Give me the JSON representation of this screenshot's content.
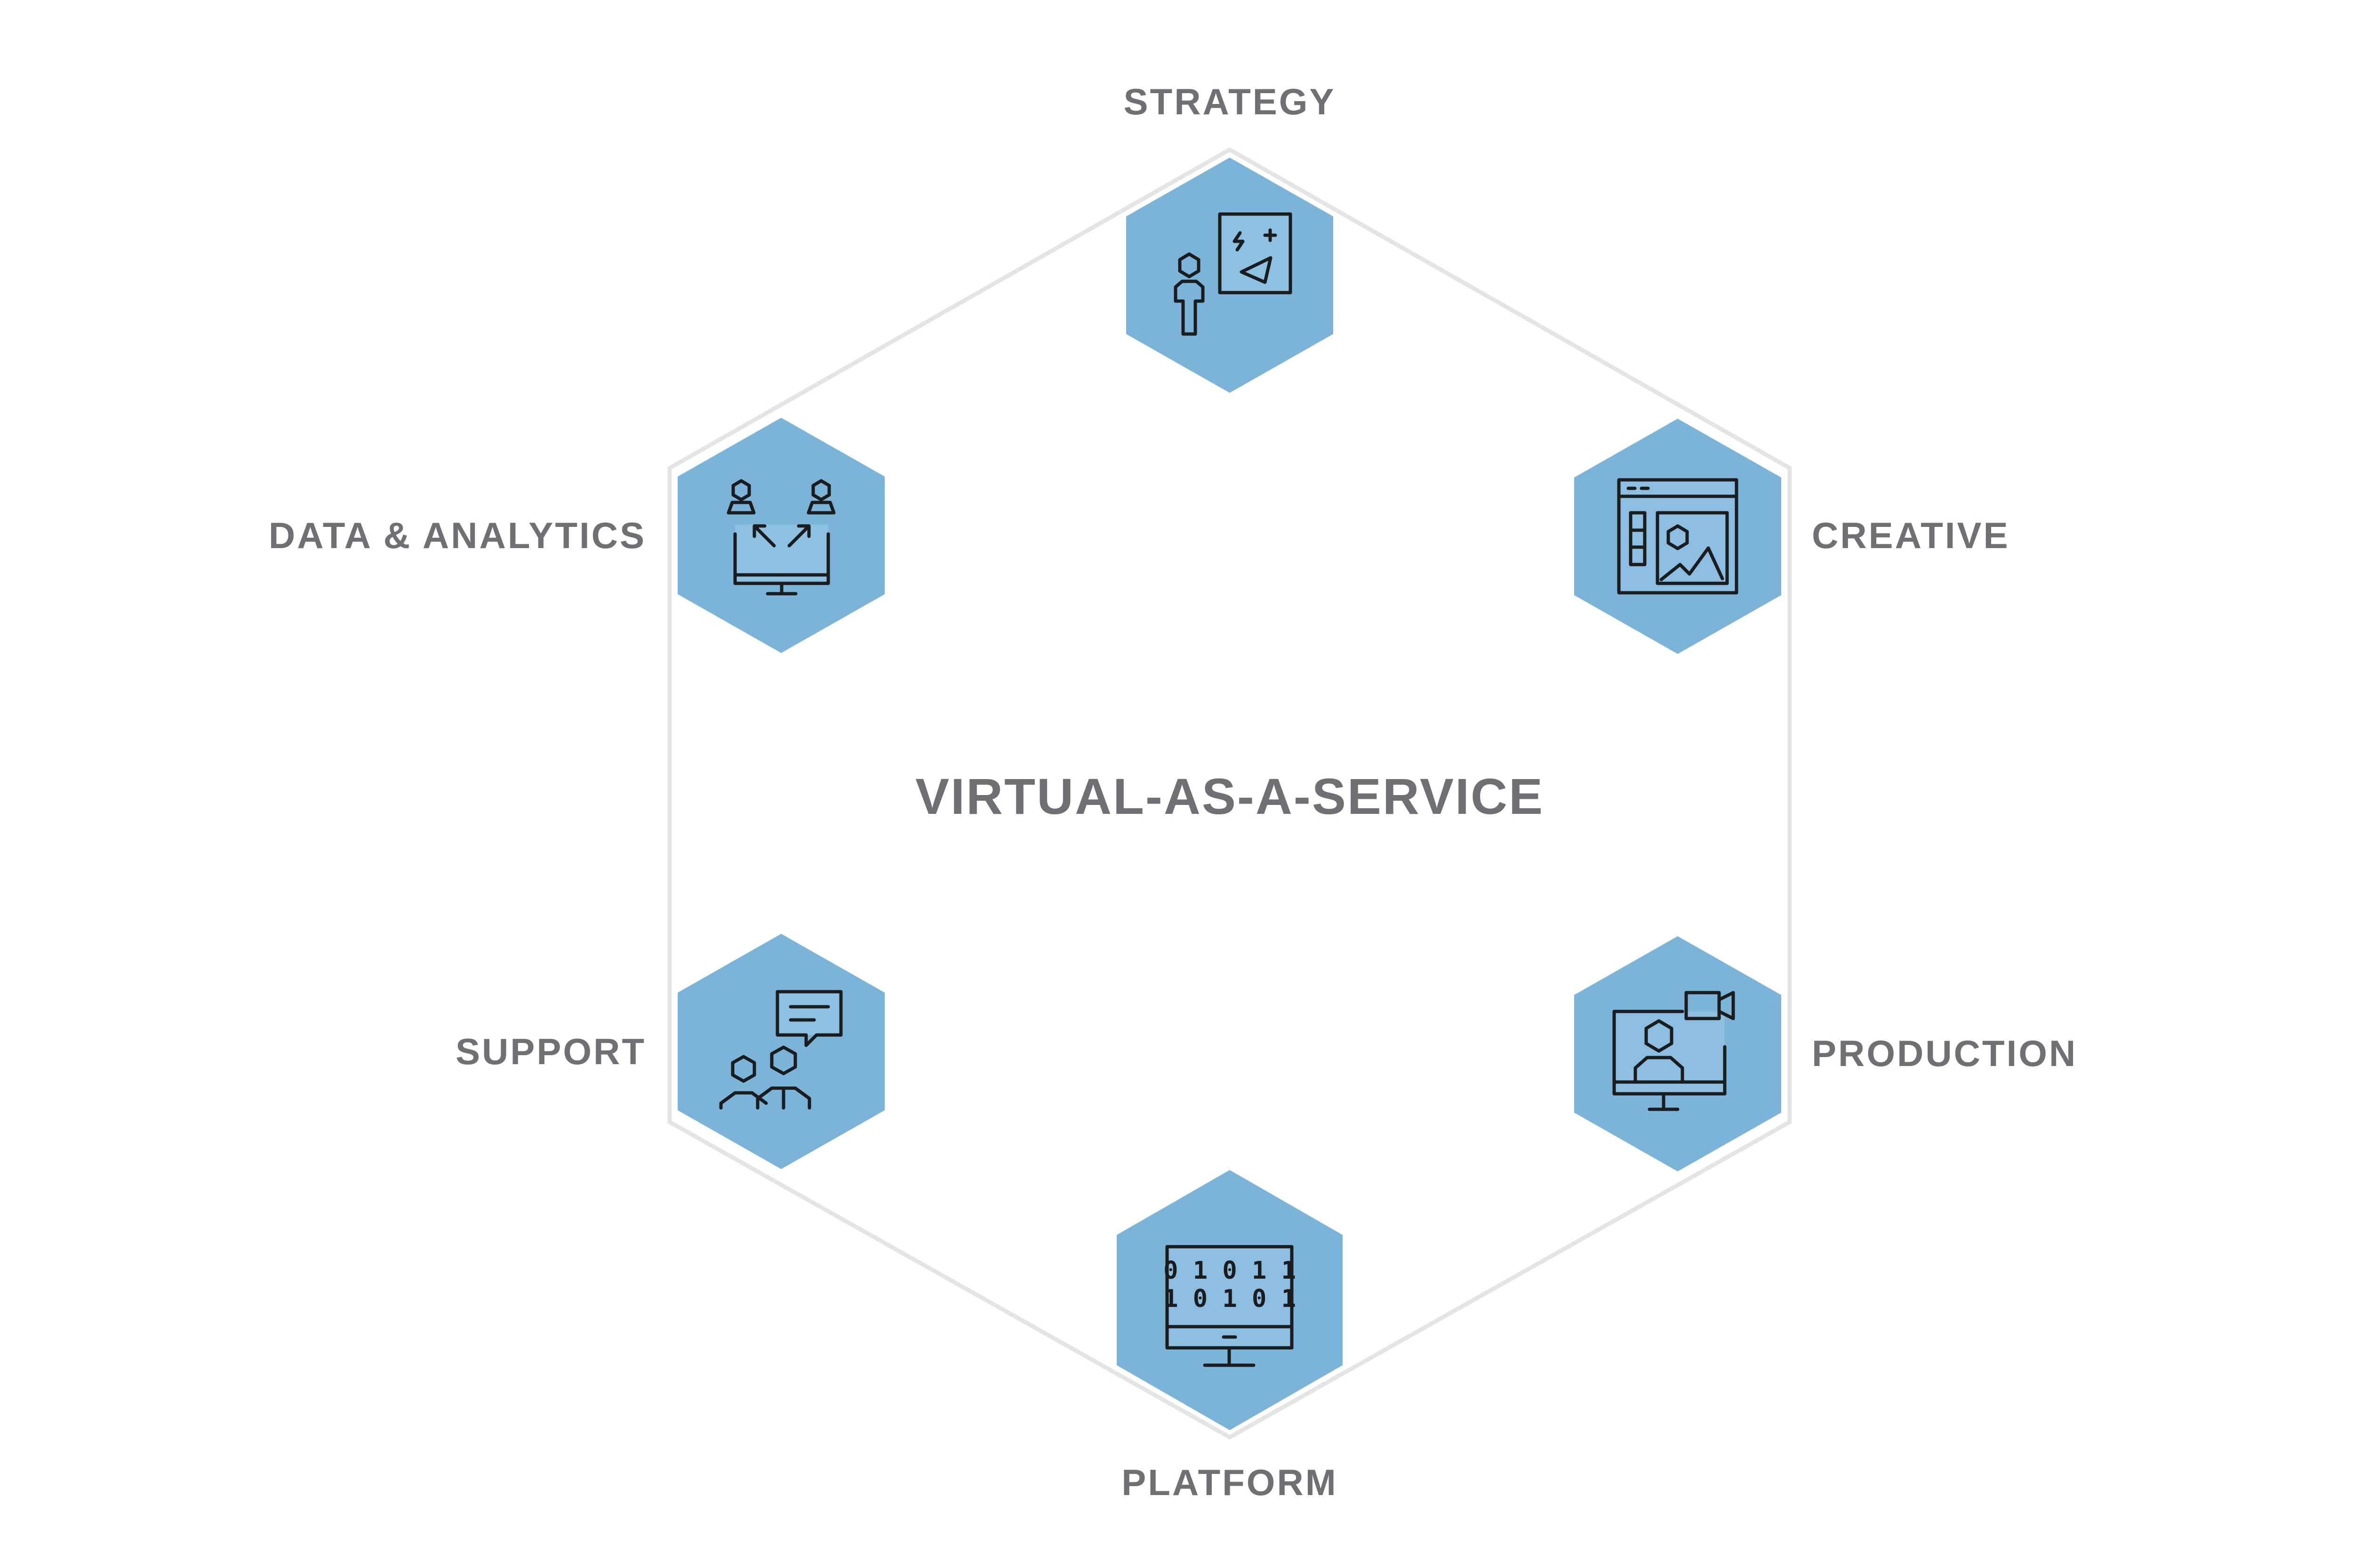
{
  "diagram": {
    "center_title": "VIRTUAL-AS-A-SERVICE",
    "nodes": [
      {
        "id": "strategy",
        "label": "STRATEGY",
        "icon": "strategy-presentation-icon"
      },
      {
        "id": "creative",
        "label": "CREATIVE",
        "icon": "creative-browser-image-icon"
      },
      {
        "id": "production",
        "label": "PRODUCTION",
        "icon": "production-video-monitor-icon"
      },
      {
        "id": "platform",
        "label": "PLATFORM",
        "icon": "platform-binary-monitor-icon",
        "binary_line1": "0 1 0 1 1",
        "binary_line2": "1 0 1 0 1"
      },
      {
        "id": "support",
        "label": "SUPPORT",
        "icon": "support-chat-users-icon"
      },
      {
        "id": "data",
        "label": "DATA & ANALYTICS",
        "icon": "data-analytics-users-monitor-icon"
      }
    ],
    "colors": {
      "hexagon_fill": "#7bb3d9",
      "outline": "#e4e4e4",
      "label_text": "#6f7074",
      "icon_stroke": "#1b1c1e"
    }
  }
}
